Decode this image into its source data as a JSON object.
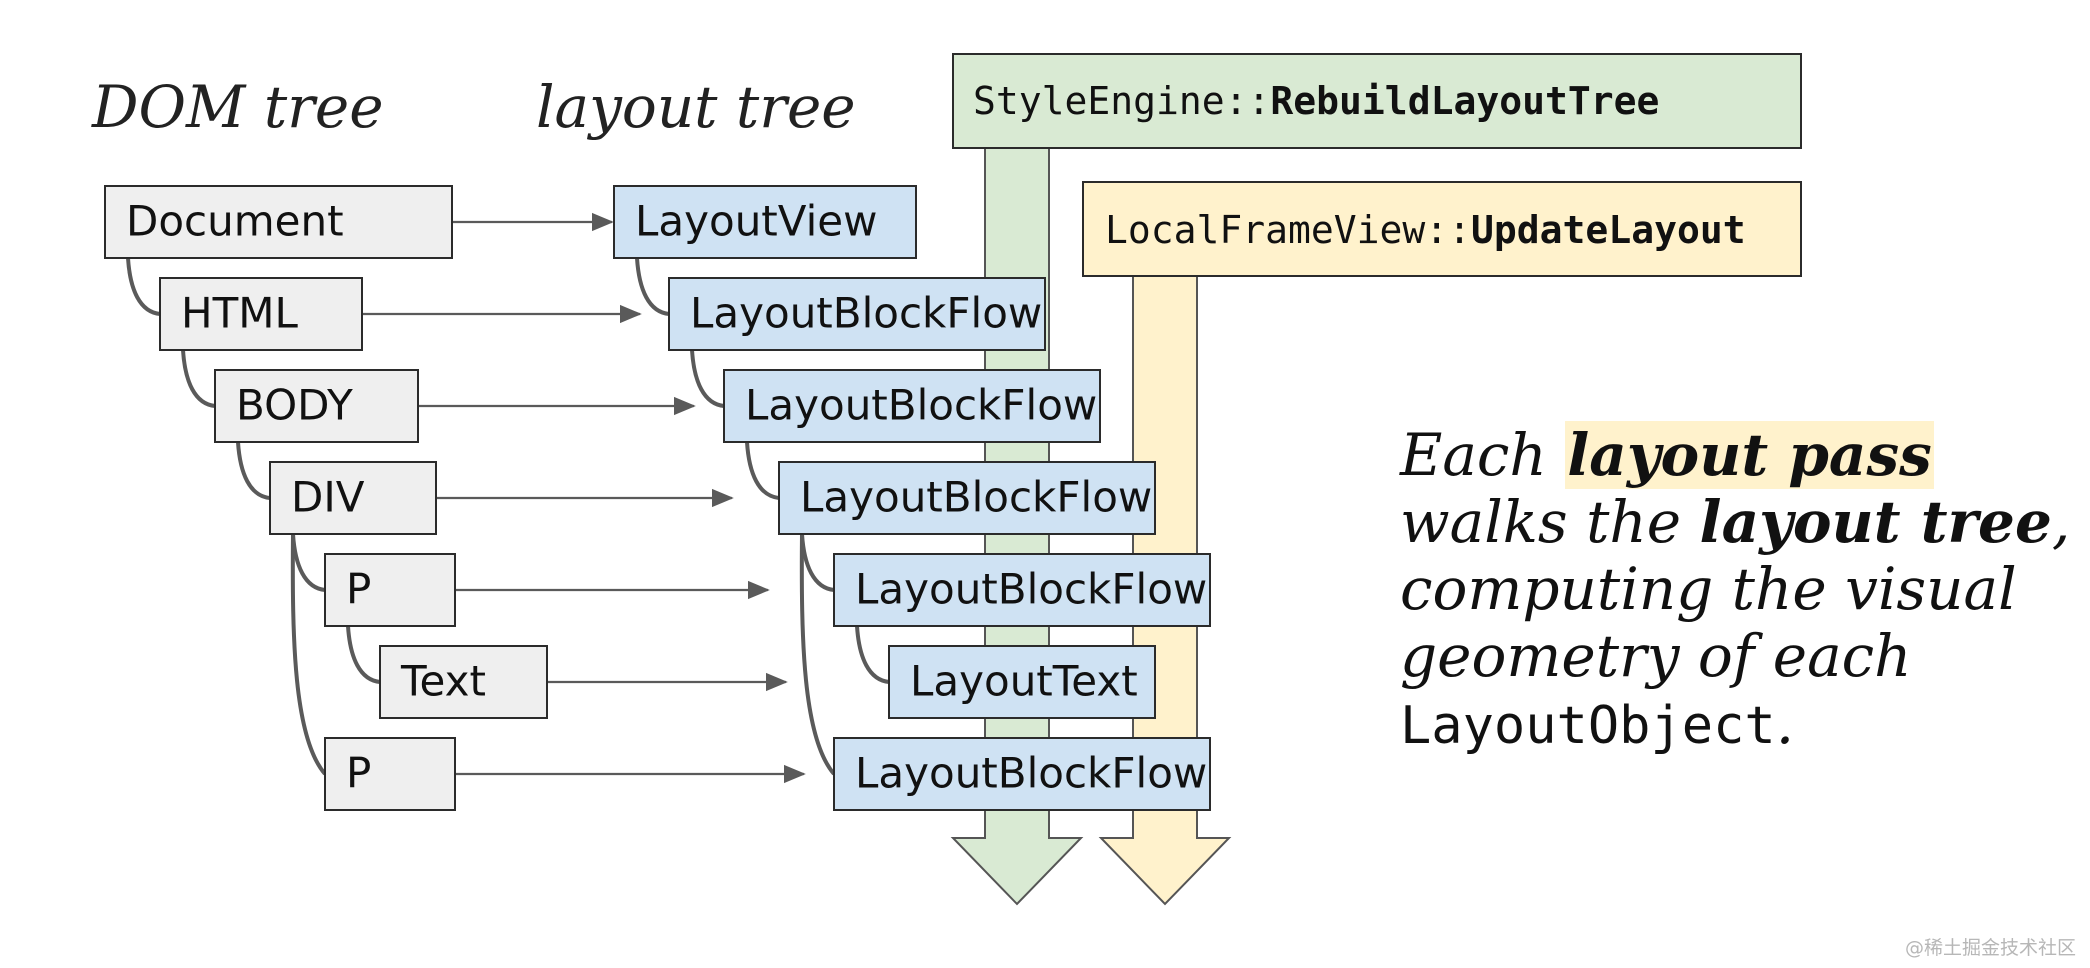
{
  "headings": {
    "dom_tree": "DOM tree",
    "layout_tree": "layout tree"
  },
  "dom_nodes": [
    "Document",
    "HTML",
    "BODY",
    "DIV",
    "P",
    "Text",
    "P"
  ],
  "layout_nodes": [
    "LayoutView",
    "LayoutBlockFlow",
    "LayoutBlockFlow",
    "LayoutBlockFlow",
    "LayoutBlockFlow",
    "LayoutText",
    "LayoutBlockFlow"
  ],
  "stages": {
    "rebuild": {
      "prefix": "StyleEngine::",
      "method": "RebuildLayoutTree"
    },
    "update": {
      "prefix": "LocalFrameView::",
      "method": "UpdateLayout"
    }
  },
  "caption": {
    "l1_a": "Each ",
    "l1_b": "layout pass",
    "l2_a": "walks the ",
    "l2_b": "layout tree",
    "l2_c": ",",
    "l3": "computing the visual",
    "l4": "geometry of each",
    "l5_a": "LayoutObject",
    "l5_b": "."
  },
  "watermark": "@稀土掘金技术社区",
  "colors": {
    "dom_node_fill": "#efefef",
    "layout_node_fill": "#cfe2f3",
    "rebuild_stage": "#d9ead3",
    "update_stage": "#fff2cc",
    "highlight": "#fff2cc"
  }
}
